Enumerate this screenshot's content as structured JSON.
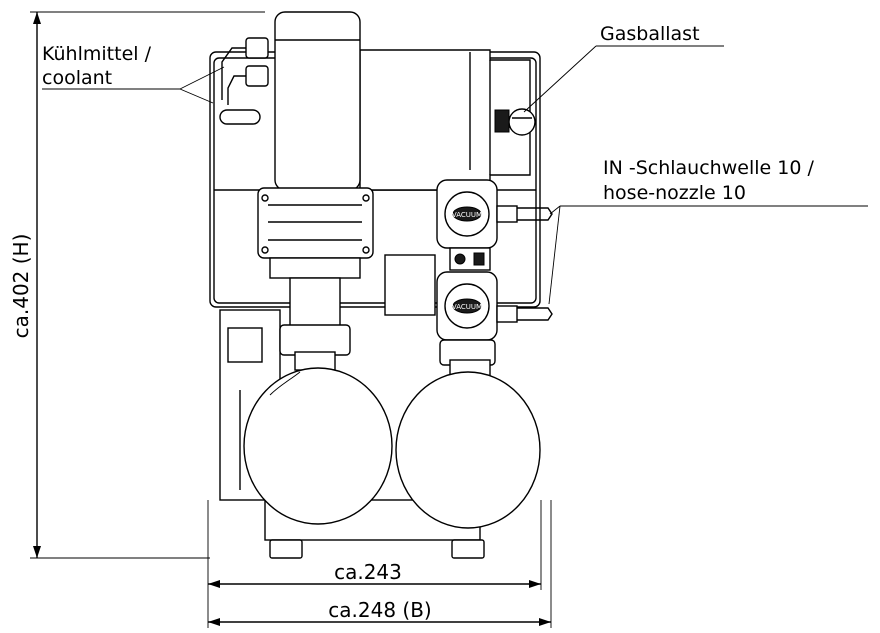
{
  "labels": {
    "coolant_line1": "Kühlmittel /",
    "coolant_line2": "coolant",
    "gas_ballast": "Gasballast",
    "inlet_line1": "IN -Schlauchwelle 10 /",
    "inlet_line2": "hose-nozzle 10",
    "vacuum_badge_top": "VACUUM",
    "vacuum_badge_bottom": "VACUUM"
  },
  "dimensions": {
    "height": "ca.402 (H)",
    "inner_width": "ca.243",
    "outer_width": "ca.248 (B)"
  },
  "colors": {
    "line": "#000000",
    "background": "#ffffff"
  }
}
